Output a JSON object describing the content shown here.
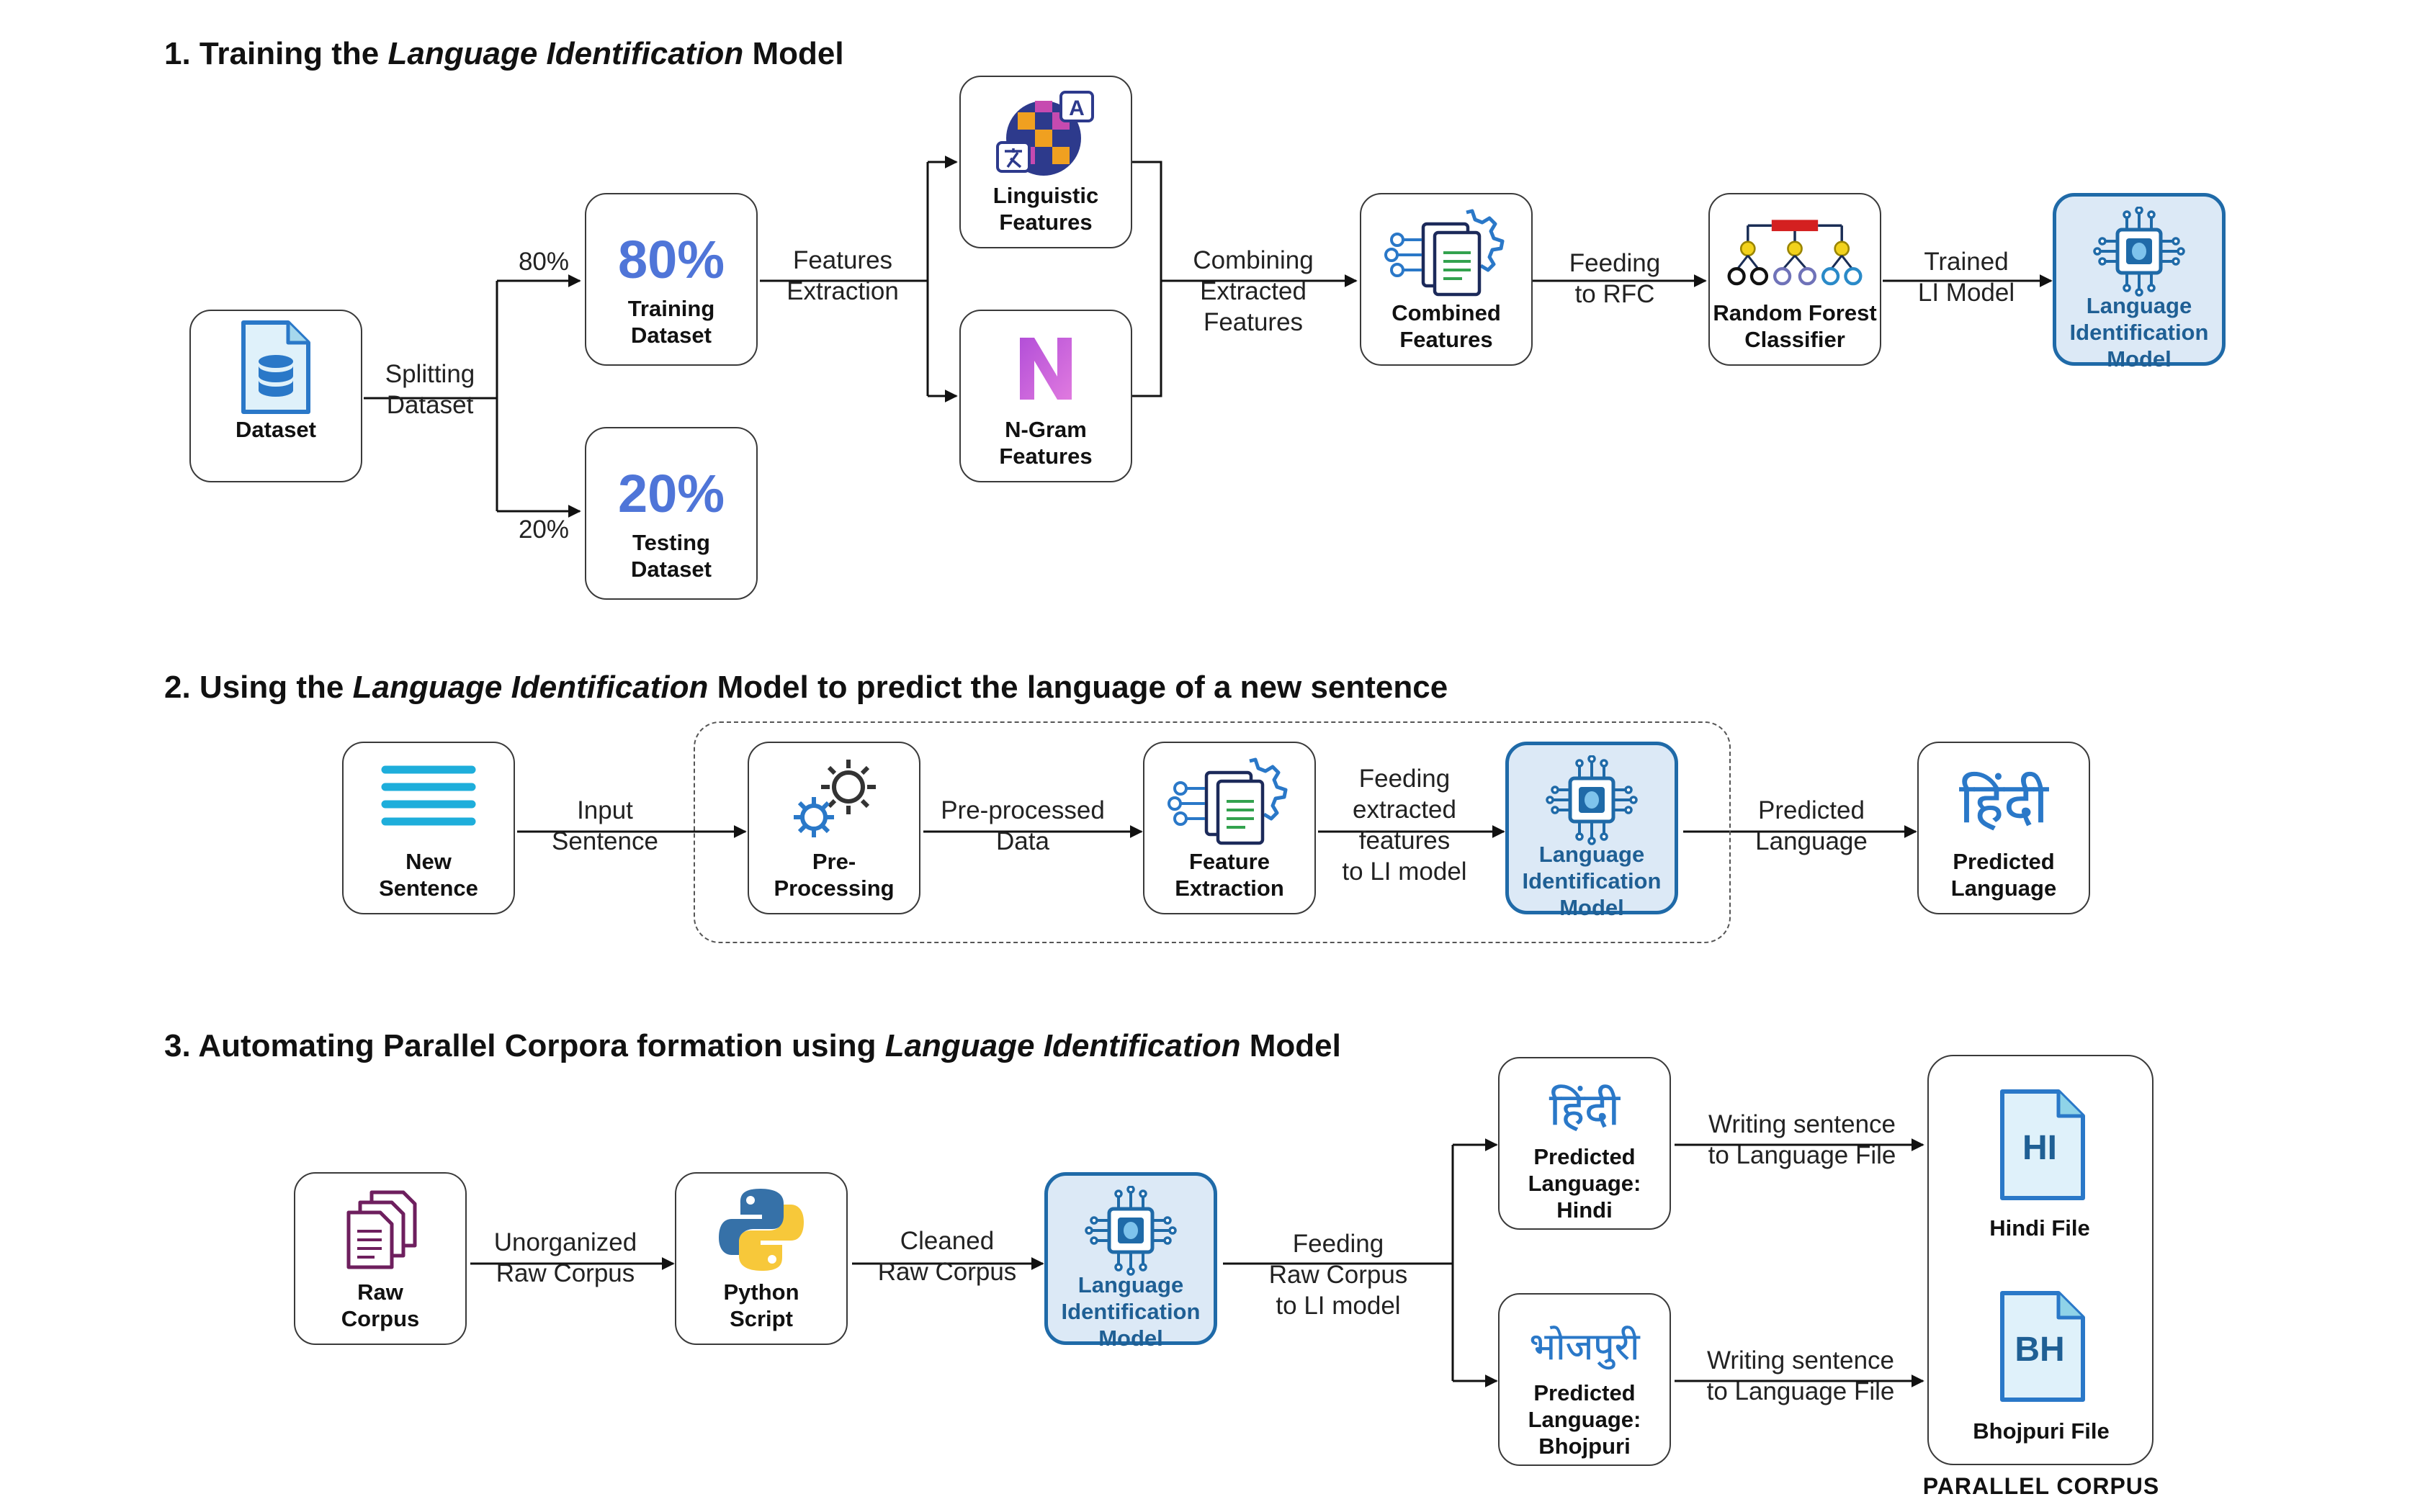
{
  "sections": {
    "s1": {
      "prefix": "1. Training the ",
      "italic": "Language Identification",
      "suffix": " Model"
    },
    "s2": {
      "prefix": "2. Using the ",
      "italic": "Language Identification",
      "suffix": " Model to predict the language of a new sentence"
    },
    "s3": {
      "prefix": "3. Automating Parallel Corpora formation using ",
      "italic": "Language Identification",
      "suffix": " Model"
    }
  },
  "s1": {
    "dataset": "Dataset",
    "training_pct": "80%",
    "training": "Training\nDataset",
    "testing_pct": "20%",
    "testing": "Testing\nDataset",
    "linguistic": "Linguistic\nFeatures",
    "ngram": "N-Gram\nFeatures",
    "combined": "Combined\nFeatures",
    "rfc": "Random Forest\nClassifier",
    "li_model": "Language\nIdentification\nModel",
    "edge_splitting": "Splitting\nDataset",
    "edge_80": "80%",
    "edge_20": "20%",
    "edge_features": "Features\nExtraction",
    "edge_combining": "Combining\nExtracted\nFeatures",
    "edge_feeding": "Feeding\nto RFC",
    "edge_trained": "Trained\nLI Model"
  },
  "s2": {
    "new_sentence": "New\nSentence",
    "preprocessing": "Pre-\nProcessing",
    "feature_extraction": "Feature\nExtraction",
    "li_model": "Language\nIdentification\nModel",
    "predicted": "Predicted\nLanguage",
    "edge_input": "Input\nSentence",
    "edge_preprocessed": "Pre-processed\nData",
    "edge_feeding": "Feeding\nextracted\nfeatures\nto LI model",
    "edge_predicted": "Predicted\nLanguage"
  },
  "s3": {
    "raw_corpus": "Raw\nCorpus",
    "python_script": "Python\nScript",
    "li_model": "Language\nIdentification\nModel",
    "pred_hindi": "Predicted\nLanguage:\nHindi",
    "pred_bhojpuri": "Predicted\nLanguage:\nBhojpuri",
    "hindi_file": "Hindi File",
    "bhojpuri_file": "Bhojpuri File",
    "hi_badge": "HI",
    "bh_badge": "BH",
    "parallel_corpus": "PARALLEL CORPUS",
    "edge_unorganized": "Unorganized\nRaw Corpus",
    "edge_cleaned": "Cleaned\nRaw Corpus",
    "edge_feeding": "Feeding\nRaw Corpus\nto LI model",
    "edge_writing_hi": "Writing sentence\nto Language File",
    "edge_writing_bh": "Writing sentence\nto Language File"
  },
  "scripts": {
    "hindi_word": "हिंदी",
    "bhojpuri_word": "भोजपुरी"
  },
  "colors": {
    "li_fill": "#dce9f6",
    "li_border": "#1f6aa8",
    "pct_blue": "#4f75d8",
    "file_blue": "#2a78c8",
    "file_fill": "#dff1fa"
  }
}
